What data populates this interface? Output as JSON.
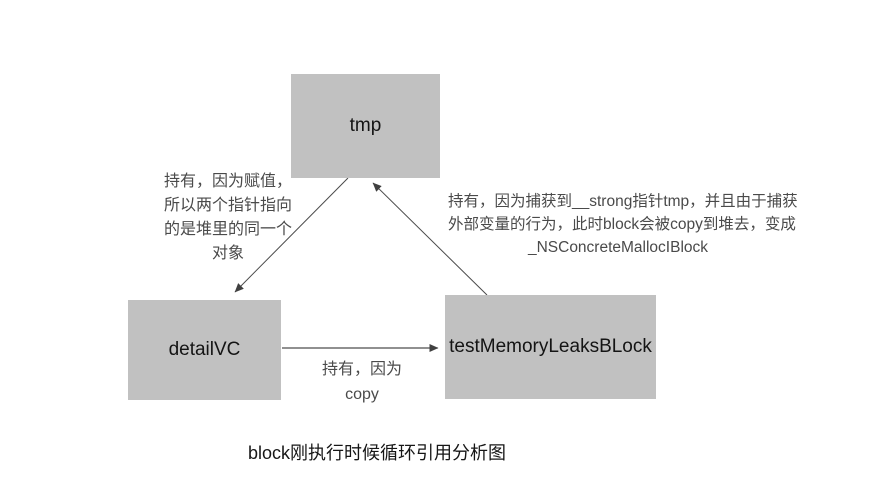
{
  "diagram": {
    "caption": "block刚执行时候循环引用分析图",
    "nodes": [
      {
        "id": "tmp",
        "label": "tmp"
      },
      {
        "id": "detailVC",
        "label": "detailVC"
      },
      {
        "id": "testMemoryLeaksBLock",
        "label": "testMemoryLeaksBLock"
      }
    ],
    "edges": [
      {
        "from": "tmp",
        "to": "detailVC",
        "annotation": "left"
      },
      {
        "from": "testMemoryLeaksBLock",
        "to": "tmp",
        "annotation": "right"
      },
      {
        "from": "detailVC",
        "to": "testMemoryLeaksBLock",
        "annotation": "bottom"
      }
    ],
    "annotations": {
      "left": {
        "lines": [
          "持有，因为赋值，",
          "所以两个指针指向",
          "的是堆里的同一个",
          "对象"
        ]
      },
      "right": {
        "lines": [
          "持有，因为捕获到__strong指针tmp，并且由于捕获",
          "外部变量的行为，此时block会被copy到堆去，变成",
          "_NSConcreteMallocIBlock"
        ]
      },
      "bottom": {
        "lines": [
          "持有，因为",
          "copy"
        ]
      }
    },
    "colors": {
      "background": "#ffffff",
      "node_fill": "#c1c1c1",
      "node_text": "#141414",
      "annotation_text": "#4a4a4a",
      "arrow": "#404040"
    }
  }
}
